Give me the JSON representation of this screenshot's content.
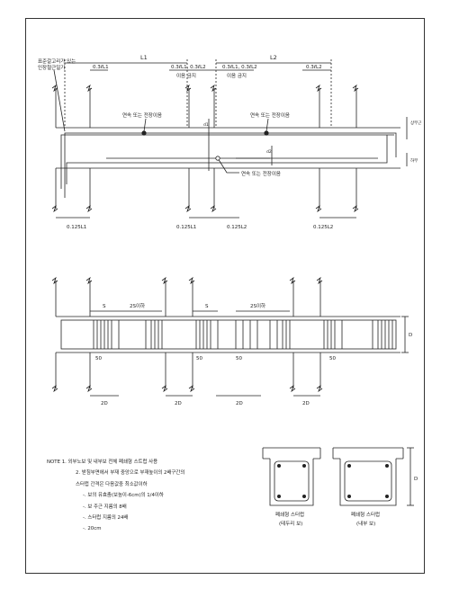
{
  "top_view": {
    "hook_note": [
      "표준갈고리가 있는",
      "인장철근일기"
    ],
    "span_labels": [
      "L1",
      "L2"
    ],
    "dims_top": [
      "0.3ℓL1",
      "0.3ℓL1, 0.3ℓL2",
      "0.3ℓL1, 0.3ℓL2",
      "0.3ℓL2"
    ],
    "splice_top": [
      "이음 금지",
      "이음 금지"
    ],
    "splice_labels": [
      "연속 또는 전장이음",
      "연속 또는 전장이음",
      "연속 또는 전장이음"
    ],
    "dims_bottom": [
      "0.125L1",
      "0.125L1",
      "0.125L2",
      "0.125L2"
    ],
    "mid_marks": [
      "d1",
      "d2"
    ],
    "side_marks": [
      "상부근",
      "하부"
    ]
  },
  "mid_view": {
    "spacing_labels": [
      "S",
      "2S이하",
      "2S이하",
      "S"
    ],
    "side_labels": [
      "50",
      "50",
      "50",
      "50"
    ],
    "bottom_labels": [
      "2D",
      "2D",
      "2D",
      "2D"
    ],
    "depth_label": "D"
  },
  "notes": {
    "line1": "NOTE 1. 외부노보 및 내부보 전체 폐쇄형 스트럽 사용",
    "line2": "2. 받침부면에서 부재 중앙으로 부재높이의 2배구간의",
    "line3": "스터럽 간격은 다음값중 최소값이하",
    "items": [
      "-. 보의 유효춤(보높이-6cm)의 1/4이하",
      "-. 보 주근 지름의 8배",
      "-. 스터럽 지름의 24배",
      "-. 20cm"
    ]
  },
  "sections": {
    "left_caption": "폐쇄형 스터럽",
    "left_sub": "(테두리 보)",
    "right_caption": "폐쇄형 스터럽",
    "right_sub": "(내부 보)",
    "depth_label": "D"
  }
}
